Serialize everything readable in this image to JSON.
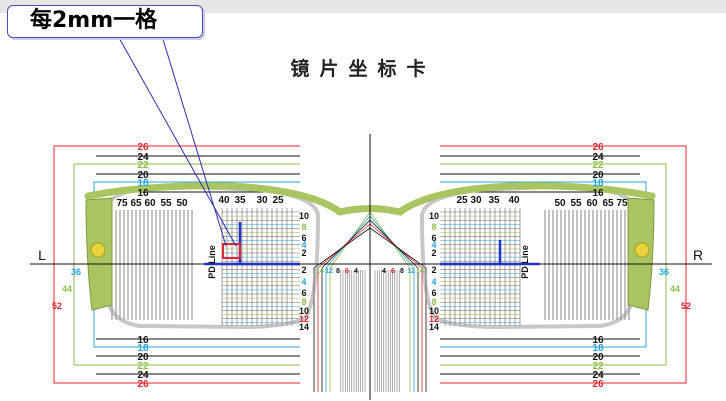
{
  "callout": {
    "text": "每2mm一格"
  },
  "title": "镜片坐标卡",
  "axis": {
    "left": "L",
    "right": "R"
  },
  "colors": {
    "red": "#e0262e",
    "green": "#8cbe4a",
    "cyan": "#2aa4de",
    "black": "#111111",
    "blue": "#2332c8",
    "frame": "#a9c562"
  },
  "top_rows": [
    {
      "value": "26",
      "color": "red"
    },
    {
      "value": "24",
      "color": "black"
    },
    {
      "value": "22",
      "color": "green"
    },
    {
      "value": "20",
      "color": "black"
    },
    {
      "value": "18",
      "color": "cyan"
    },
    {
      "value": "16",
      "color": "black"
    }
  ],
  "bottom_rows": [
    {
      "value": "16",
      "color": "black"
    },
    {
      "value": "18",
      "color": "cyan"
    },
    {
      "value": "20",
      "color": "black"
    },
    {
      "value": "22",
      "color": "green"
    },
    {
      "value": "24",
      "color": "black"
    },
    {
      "value": "26",
      "color": "red"
    }
  ],
  "side_values": [
    {
      "value": "36",
      "color": "cyan"
    },
    {
      "value": "44",
      "color": "green"
    },
    {
      "value": "52",
      "color": "red"
    }
  ],
  "left_scale_a": [
    "75",
    "65",
    "60",
    "55",
    "50"
  ],
  "left_scale_b": [
    "40",
    "35",
    "30",
    "25"
  ],
  "right_scale_a": [
    "25",
    "30",
    "35",
    "40"
  ],
  "right_scale_b": [
    "50",
    "55",
    "60",
    "65",
    "75"
  ],
  "vertical_scale": [
    {
      "value": "10",
      "color": "black"
    },
    {
      "value": "8",
      "color": "green"
    },
    {
      "value": "6",
      "color": "black"
    },
    {
      "value": "4",
      "color": "cyan"
    },
    {
      "value": "2",
      "color": "black"
    },
    {
      "value": "2",
      "color": "black"
    },
    {
      "value": "4",
      "color": "cyan"
    },
    {
      "value": "6",
      "color": "black"
    },
    {
      "value": "8",
      "color": "green"
    },
    {
      "value": "10",
      "color": "black"
    },
    {
      "value": "12",
      "color": "red"
    },
    {
      "value": "14",
      "color": "black"
    }
  ],
  "center_left": [
    {
      "value": "14",
      "color": "green"
    },
    {
      "value": "12",
      "color": "cyan"
    },
    {
      "value": "8",
      "color": "black"
    },
    {
      "value": "6",
      "color": "red"
    },
    {
      "value": "4",
      "color": "black"
    }
  ],
  "center_right": [
    {
      "value": "4",
      "color": "black"
    },
    {
      "value": "6",
      "color": "red"
    },
    {
      "value": "8",
      "color": "black"
    },
    {
      "value": "12",
      "color": "cyan"
    },
    {
      "value": "14",
      "color": "green"
    }
  ],
  "pd_label": "PD Line"
}
